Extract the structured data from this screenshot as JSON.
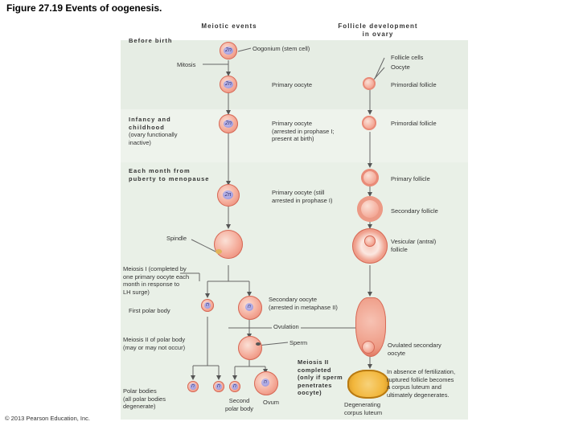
{
  "title": "Figure 27.19 Events of oogenesis.",
  "headers": {
    "meiotic": "Meiotic events",
    "follicle_line1": "Follicle development",
    "follicle_line2": "in ovary"
  },
  "stages": {
    "before_birth": "Before birth",
    "infancy_1": "Infancy and",
    "infancy_2": "childhood",
    "infancy_3": "(ovary functionally",
    "infancy_4": "inactive)",
    "each_month_1": "Each month from",
    "each_month_2": "puberty to menopause"
  },
  "chromosome": {
    "diploid": "2n",
    "haploid": "n"
  },
  "labels": {
    "oogonium": "Oogonium (stem cell)",
    "mitosis": "Mitosis",
    "follicle_cells": "Follicle cells",
    "oocyte": "Oocyte",
    "primary_oocyte": "Primary oocyte",
    "primordial_follicle": "Primordial follicle",
    "primary_oocyte_arrested_1": "Primary oocyte",
    "primary_oocyte_arrested_2": "(arrested in prophase I;",
    "primary_oocyte_arrested_3": "present at birth)",
    "primordial_follicle_2": "Primordial follicle",
    "primary_follicle": "Primary follicle",
    "primary_oocyte_still_1": "Primary oocyte (still",
    "primary_oocyte_still_2": "arrested in prophase I)",
    "secondary_follicle": "Secondary follicle",
    "spindle": "Spindle",
    "vesicular_1": "Vesicular (antral)",
    "vesicular_2": "follicle",
    "meiosis1_1": "Meiosis I (completed by",
    "meiosis1_2": "one primary oocyte each",
    "meiosis1_3": "month in response to",
    "meiosis1_4": "LH surge)",
    "secondary_oocyte_1": "Secondary oocyte",
    "secondary_oocyte_2": "(arrested in metaphase II)",
    "first_polar_body": "First polar body",
    "ovulation": "Ovulation",
    "meiosis2_1": "Meiosis II of polar body",
    "meiosis2_2": "(may or may not occur)",
    "sperm": "Sperm",
    "ovulated_1": "Ovulated secondary",
    "ovulated_2": "oocyte",
    "meiosis2c_1": "Meiosis II",
    "meiosis2c_2": "completed",
    "meiosis2c_3": "(only if sperm",
    "meiosis2c_4": "penetrates",
    "meiosis2c_5": "oocyte)",
    "absence_1": "In absence of fertilization,",
    "absence_2": "ruptured follicle becomes",
    "absence_3": "a corpus luteum and",
    "absence_4": "ultimately degenerates.",
    "polar_bodies_1": "Polar bodies",
    "polar_bodies_2": "(all polar bodies",
    "polar_bodies_3": "degenerate)",
    "second_polar_1": "Second",
    "second_polar_2": "polar body",
    "ovum": "Ovum",
    "degenerating_1": "Degenerating",
    "degenerating_2": "corpus luteum"
  },
  "copyright": "© 2013 Pearson Education, Inc.",
  "colors": {
    "band_top": "#e6ede4",
    "band_mid": "#dfe7dd",
    "band_bottom": "#e8efe6",
    "cell": "#f4a896",
    "nucleus": "#8f8ad8",
    "corpus_luteum": "#f2b63b"
  }
}
